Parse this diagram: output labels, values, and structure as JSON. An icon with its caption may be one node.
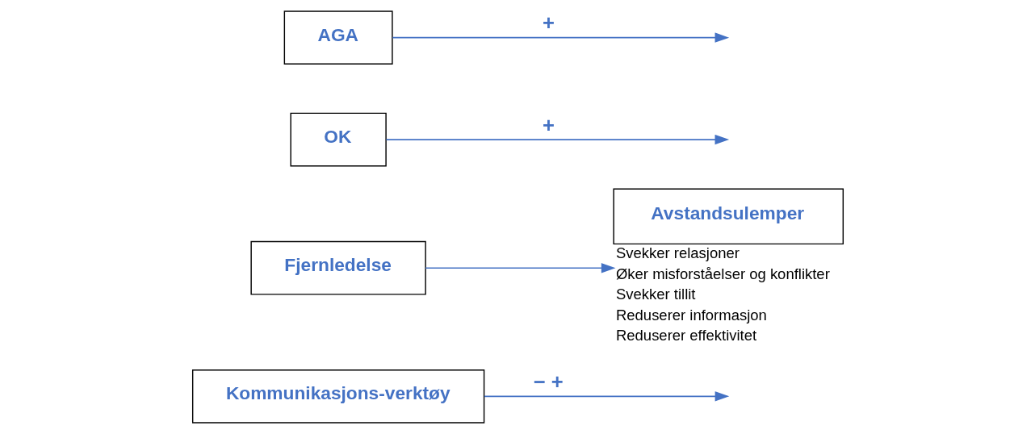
{
  "diagram": {
    "nodes": [
      {
        "text": [
          "Kommunikasjons-verktøy"
        ]
      },
      {
        "text": [
          "Fjernledelse"
        ]
      },
      {
        "text": [
          "Avstandsulemper"
        ],
        "beside": [
          "Svekker relasjoner",
          "Øker misforståelser og konflikter",
          "Svekker tillit",
          "Reduserer informasjon",
          "Reduserer effektivitet"
        ]
      },
      {
        "text": [
          "OK"
        ]
      },
      {
        "text": [
          "AGA"
        ]
      }
    ],
    "edges": [
      {
        "from": 1,
        "to": 2,
        "arrow": "to"
      },
      {
        "from": 0,
        "to": null,
        "arrow": "to",
        "label": "− +"
      },
      {
        "from": 3,
        "to": null,
        "arrow": "to",
        "label": "+"
      },
      {
        "from": 4,
        "to": null,
        "arrow": "to",
        "label": "+"
      }
    ]
  }
}
